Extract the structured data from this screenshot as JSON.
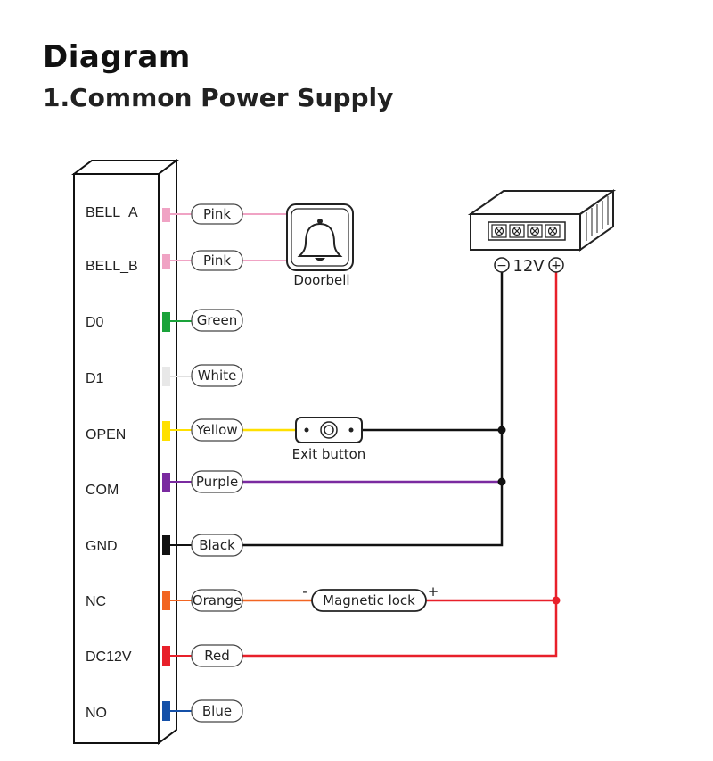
{
  "title": "Diagram",
  "subtitle": "1.Common Power Supply",
  "terminals": [
    {
      "label": "BELL_A",
      "wire": "Pink",
      "color": "#f0a3c4"
    },
    {
      "label": "BELL_B",
      "wire": "Pink",
      "color": "#f0a3c4"
    },
    {
      "label": "D0",
      "wire": "Green",
      "color": "#1aa33a"
    },
    {
      "label": "D1",
      "wire": "White",
      "color": "#e8e8e8"
    },
    {
      "label": "OPEN",
      "wire": "Yellow",
      "color": "#ffe000"
    },
    {
      "label": "COM",
      "wire": "Purple",
      "color": "#7a2aa0"
    },
    {
      "label": "GND",
      "wire": "Black",
      "color": "#111111"
    },
    {
      "label": "NC",
      "wire": "Orange",
      "color": "#f26522"
    },
    {
      "label": "DC12V",
      "wire": "Red",
      "color": "#e8202a"
    },
    {
      "label": "NO",
      "wire": "Blue",
      "color": "#1450a8"
    }
  ],
  "devices": {
    "doorbell": "Doorbell",
    "exit_button": "Exit button",
    "magnetic_lock": "Magnetic lock",
    "lock_minus": "-",
    "lock_plus": "+",
    "psu_minus": "−",
    "psu_voltage": "12V",
    "psu_plus": "+"
  }
}
